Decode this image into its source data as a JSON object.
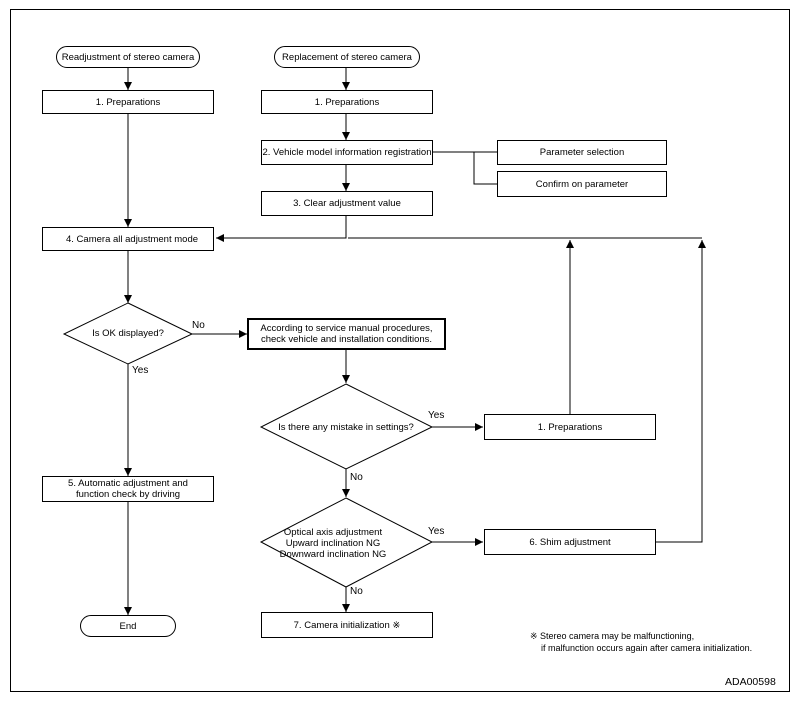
{
  "nodes": {
    "start_readjust": "Readjustment of stereo camera",
    "start_replace": "Replacement of stereo camera",
    "prep_left": "1. Preparations",
    "prep_right": "1. Preparations",
    "vehicle_reg": "2. Vehicle model information registration",
    "param_select": "Parameter selection",
    "confirm_param": "Confirm on parameter",
    "clear_adjust": "3. Clear adjustment value",
    "camera_mode": "4. Camera all adjustment mode",
    "ok_displayed": "Is OK displayed?",
    "service_manual_line1": "According to service manual procedures,",
    "service_manual_line2": "check vehicle and installation conditions.",
    "mistake_settings": "Is there any mistake in settings?",
    "prep_retry": "1. Preparations",
    "auto_adjust_line1": "5. Automatic adjustment and",
    "auto_adjust_line2": "function check by driving",
    "optical_line1": "Optical axis adjustment",
    "optical_line2": "Upward inclination    NG",
    "optical_line3": "Downward inclination    NG",
    "shim_adjust": "6. Shim adjustment",
    "end": "End",
    "camera_init": "7. Camera initialization ※"
  },
  "labels": {
    "no_ok": "No",
    "yes_ok": "Yes",
    "yes_mistake": "Yes",
    "no_mistake": "No",
    "yes_optical": "Yes",
    "no_optical": "No"
  },
  "note": {
    "line1": "※ Stereo camera may be malfunctioning,",
    "line2": "if malfunction occurs again after camera initialization."
  },
  "figure_code": "ADA00598"
}
